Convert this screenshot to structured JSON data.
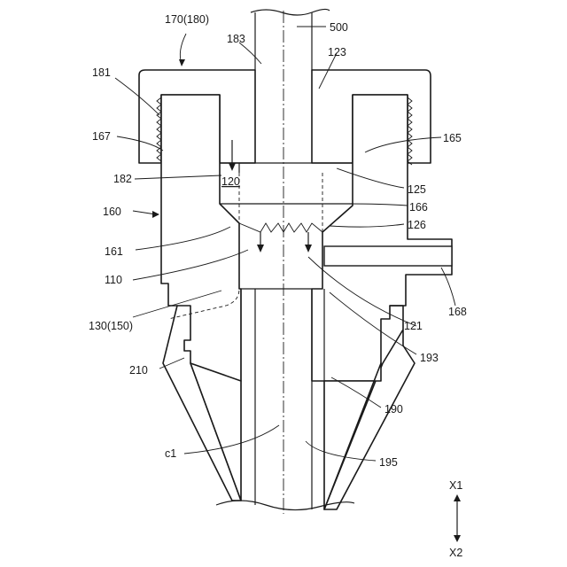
{
  "labels": {
    "l170": "170(180)",
    "l183": "183",
    "l500": "500",
    "l123": "123",
    "l181": "181",
    "l167": "167",
    "l165": "165",
    "l182": "182",
    "l120": "120",
    "l125": "125",
    "l160": "160",
    "l166": "166",
    "l126": "126",
    "l161": "161",
    "l110": "110",
    "l168": "168",
    "l130": "130(150)",
    "l121": "121",
    "l193": "193",
    "l210": "210",
    "l190": "190",
    "lc1": "c1",
    "l195": "195",
    "lx1": "X1",
    "lx2": "X2"
  }
}
